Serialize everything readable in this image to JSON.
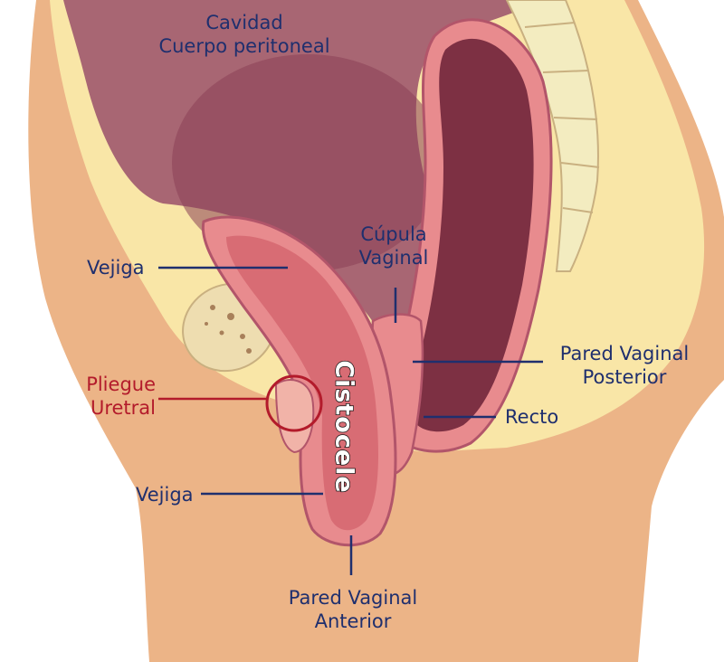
{
  "colors": {
    "skin": "#ecb487",
    "fat": "#f9e6a7",
    "peritoneum": "#a86673",
    "bowel_dark": "#7d3043",
    "tissue_pink": "#e88b8e",
    "lumen": "#d86c74",
    "bone": "#f3ecc0",
    "label_blue": "#1f2f6e",
    "label_red": "#b31b2b"
  },
  "labels": {
    "cavity_line1": "Cavidad",
    "cavity_line2": "Cuerpo peritoneal",
    "cupula_line1": "Cúpula",
    "cupula_line2": "Vaginal",
    "vejiga_top": "Vejiga",
    "pared_posterior_line1": "Pared Vaginal",
    "pared_posterior_line2": "Posterior",
    "pliegue_line1": "Pliegue",
    "pliegue_line2": "Uretral",
    "recto": "Recto",
    "vejiga_bottom": "Vejiga",
    "pared_anterior_line1": "Pared Vaginal",
    "pared_anterior_line2": "Anterior",
    "cistocele": "Cistocele"
  }
}
